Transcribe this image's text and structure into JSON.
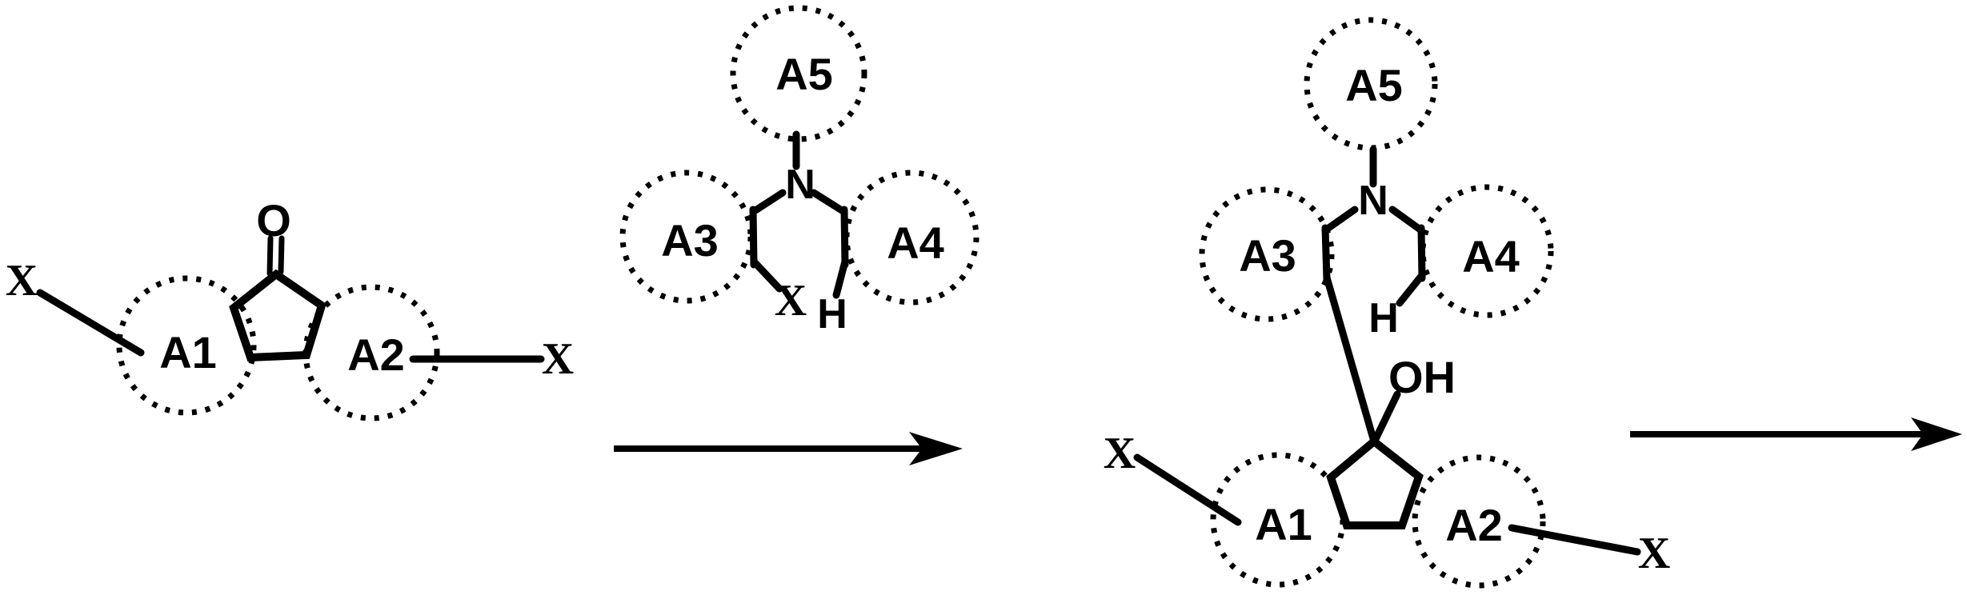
{
  "scheme": {
    "ink_color": "#000000",
    "background_color": "#ffffff",
    "reactant": {
      "oxygen_label": "O",
      "group_a1": "A1",
      "group_a2": "A2",
      "substituent_left": "X",
      "substituent_right": "X"
    },
    "reagent": {
      "group_a5": "A5",
      "nitrogen_label": "N",
      "group_a3": "A3",
      "group_a4": "A4",
      "substituent_x": "X",
      "hydrogen_label": "H"
    },
    "product": {
      "group_a5": "A5",
      "nitrogen_label": "N",
      "group_a3": "A3",
      "group_a4": "A4",
      "hydrogen_label": "H",
      "hydroxyl_label": "OH",
      "group_a1": "A1",
      "group_a2": "A2",
      "substituent_left": "X",
      "substituent_right": "X"
    }
  }
}
